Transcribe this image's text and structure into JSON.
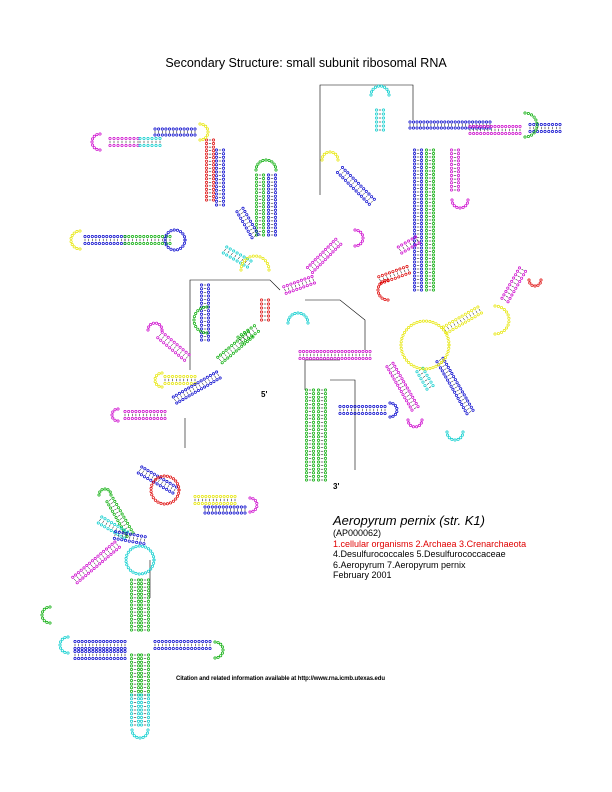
{
  "title": "Secondary Structure: small subunit ribosomal RNA",
  "end_labels": {
    "five_prime": "5'",
    "three_prime": "3'"
  },
  "legend": {
    "species": "Aeropyrum pernix (str. K1)",
    "accession": "(AP000062)",
    "taxonomy_line1": "1.cellular organisms 2.Archaea 3.Crenarchaeota",
    "taxonomy_line2": "4.Desulfurococcales 5.Desulfurococcaceae",
    "taxonomy_line3": "6.Aeropyrum 7.Aeropyrum pernix",
    "date": "February 2001"
  },
  "citation": "Citation and related information available at http://www.rna.icmb.utexas.edu",
  "colors": {
    "blue": "#0000cc",
    "red": "#dd0000",
    "green": "#00aa00",
    "magenta": "#cc00cc",
    "cyan": "#00cccc",
    "yellow": "#e6e600",
    "black": "#000000",
    "taxonomy_red": "#e00000"
  }
}
